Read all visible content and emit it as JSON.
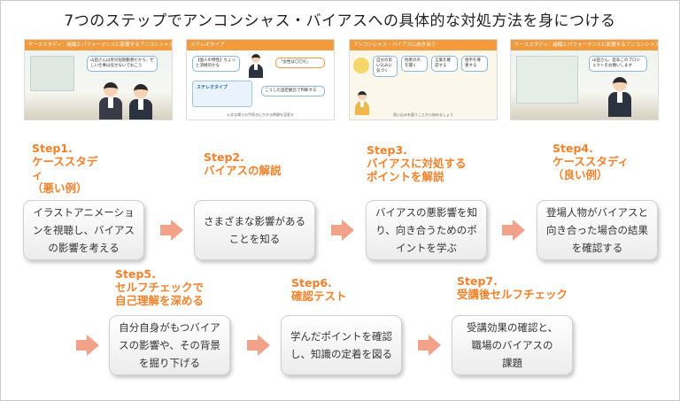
{
  "title": "7つのステップでアンコンシャス・バイアスへの具体的な対処方法を身につける",
  "thumbnails": [
    {
      "header": "ケーススタディ：組織とパフォーマンスに影響するアンコンシャス・バイアス",
      "bubble": "山田さんは育児短期勤務だから、忙しい仕事は任せないでおこう",
      "caption": ""
    },
    {
      "header": "ステレオタイプ",
      "bubble_a": "【個人の特性】ちょっと消極的かな",
      "bubble_b": "「女性は〇〇だ」",
      "panel_title": "ステレオタイプ",
      "bubble_c": "こうした固定観念で判断する",
      "caption": "公式な場での手続きにかかる時間を見直す"
    },
    {
      "header": "アンコンシャス・バイアスに向き合う",
      "bubbles": [
        "自分の思い込みに気づく",
        "他者の声を聞く",
        "言葉を確認する",
        "相手を尊重する"
      ],
      "caption": "思い込みを疑うことから始めましょう"
    },
    {
      "header": "ケーススタディ：組織とパフォーマンスに影響するアンコンシャス・バイアス",
      "bubble": "山田さん、是非このプロジェクトをお願いします",
      "caption": ""
    }
  ],
  "steps": [
    {
      "label": "Step1.\nケーススタディ\n（悪い例）",
      "text": "イラストアニメーションを視聴し、バイアスの影響を考える"
    },
    {
      "label": "Step2.\nバイアスの解説",
      "text": "さまざまな影響があることを知る"
    },
    {
      "label": "Step3.\nバイアスに対処する\nポイントを解説",
      "text": "バイアスの悪影響を知り、向き合うためのポイントを学ぶ"
    },
    {
      "label": "Step4.\nケーススタディ\n（良い例）",
      "text": "登場人物がバイアスと向き合った場合の結果を確認する"
    },
    {
      "label": "Step5.\nセルフチェックで\n自己理解を深める",
      "text": "自分自身がもつバイアスの影響や、その背景を掘り下げる"
    },
    {
      "label": "Step6.\n確認テスト",
      "text": "学んだポイントを確認し、知識の定着を図る"
    },
    {
      "label": "Step7.\n受講後セルフチェック",
      "text": "受講効果の確認と、\n職場のバイアスの\n課題"
    }
  ],
  "colors": {
    "step_label": "#f4812a",
    "arrow": "#f3a28a",
    "thumb_header": "#f29a3c"
  }
}
